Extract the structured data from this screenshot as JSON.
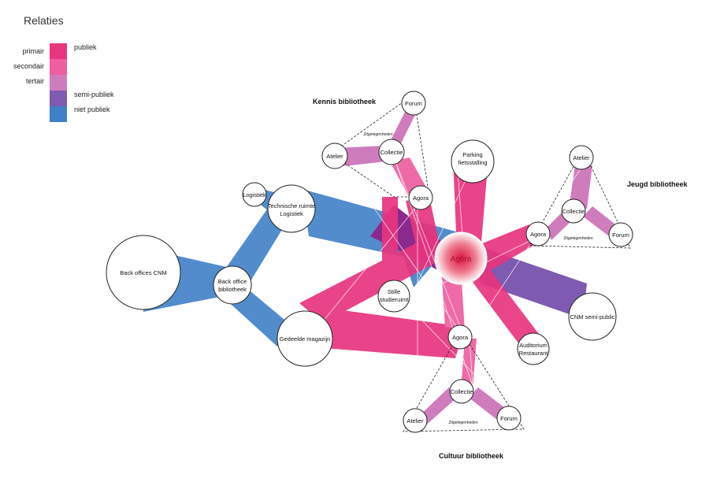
{
  "legend": {
    "title": "Relaties",
    "levels": [
      "primair",
      "secondair",
      "tertair"
    ],
    "categories": [
      {
        "label": "publiek",
        "color": "#e8357f"
      },
      {
        "label": "",
        "color": "#ee5fa0"
      },
      {
        "label": "",
        "color": "#cf7cbd"
      },
      {
        "label": "semi-publiek",
        "color": "#7e5ab0"
      },
      {
        "label": "niet publiek",
        "color": "#3f80c8"
      }
    ]
  },
  "groups": {
    "kennis": "Kennis bibliotheek",
    "jeugd": "Jeugd bibliotheek",
    "cultuur": "Cultuur bibliotheek"
  },
  "nodes": {
    "agora_main": "Agora",
    "parking": [
      "Parking",
      "fietsstalling"
    ],
    "kennis_forum": "Forum",
    "kennis_atelier": "Atelier",
    "kennis_collectie": "Collectie",
    "kennis_agora": "Agora",
    "kennis_zit": "Zitgelegenheden",
    "jeugd_atelier": "Atelier",
    "jeugd_collectie": "Collectie",
    "jeugd_agora": "Agora",
    "jeugd_forum": "Forum",
    "jeugd_zit": "Zitgelegenheden",
    "cultuur_agora": "Agora",
    "cultuur_collectie": "Collectie",
    "cultuur_atelier": "Atelier",
    "cultuur_forum": "Forum",
    "cultuur_zit": "Zitgelegenheden",
    "logistiek": "Logistiek",
    "tech": [
      "Technische ruimte",
      "Logistiek"
    ],
    "back_offices": "Back offices CNM",
    "back_office_bib": [
      "Back office",
      "bibliotheek"
    ],
    "stille": [
      "Stille",
      "studieruimt"
    ],
    "gedeelde": "Gedeelde magazijn",
    "auditorium": [
      "Auditorium",
      "Restaurant"
    ],
    "cnm_semi": "CNM semi-public"
  }
}
